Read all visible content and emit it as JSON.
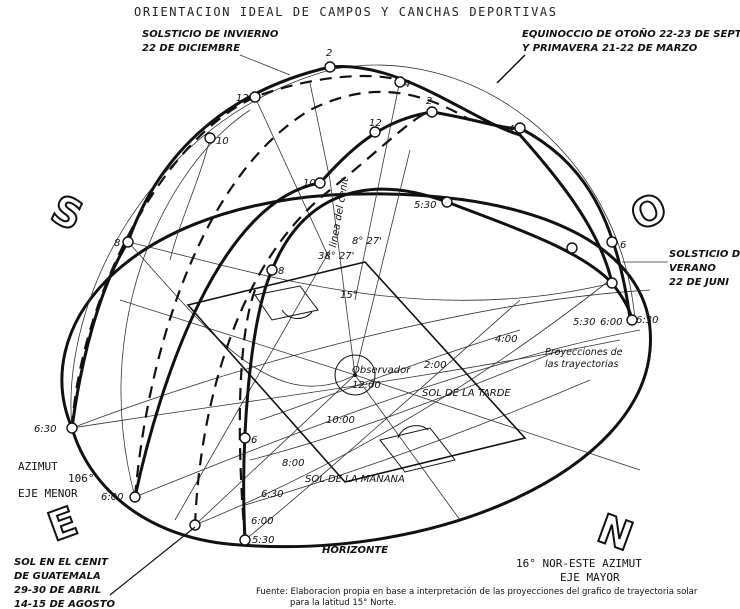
{
  "title": "ORIENTACION IDEAL DE CAMPOS Y CANCHAS DEPORTIVAS",
  "labels": {
    "winter_solstice": [
      "SOLSTICIO DE INVIERNO",
      "22 DE DICIEMBRE"
    ],
    "equinox": [
      "EQUINOCCIO DE OTOÑO  22-23 DE SEPT",
      "Y PRIMAVERA  21-22 DE MARZO"
    ],
    "summer_solstice": [
      "SOLSTICIO D",
      "VERANO",
      "22  DE  JUNI"
    ],
    "zenith_guatemala": [
      "SOL EN EL CENIT",
      "DE GUATEMALA",
      "29-30 DE ABRIL",
      "14-15 DE AGOSTO"
    ],
    "azimut_minor": [
      "AZIMUT",
      "106°",
      "EJE MENOR"
    ],
    "azimut_major": [
      "16°  NOR-ESTE AZIMUT",
      "EJE MAYOR"
    ],
    "horizon": "HORIZONTE",
    "afternoon_sun": "SOL DE LA TARDE",
    "morning_sun": "SOL DE LA MANANA",
    "observer": "Observador",
    "zenith_line": "linea del cenit",
    "projections": [
      "Proyecciones de",
      "las trayectorias"
    ],
    "angle_1": "38° 27'",
    "angle_2": "8° 27'",
    "angle_3": "15°",
    "source": [
      "Fuente: Elaboracion propia en base a interpretación de las proyecciones del grafico de trayectoria solar",
      "para  la latitud 15° Norte."
    ]
  },
  "cardinals": {
    "south": "S",
    "west": "O",
    "east": "E",
    "north": "N"
  },
  "hours": {
    "w2": "2",
    "w4": "4",
    "w12": "12",
    "w10": "10",
    "w8": "8",
    "e2": "2",
    "e4": "4",
    "e12": "12",
    "e10": "10",
    "e530": "5:30",
    "s8": "8",
    "s6": "6",
    "sum6": "6",
    "sum630": "6:30",
    "h630": "6:30",
    "h600": "6:00",
    "p1200": "12:00",
    "p200": "2:00",
    "p400": "4:00",
    "p1000": "10:00",
    "p800": "8:00",
    "p630": "6:30",
    "p600b": "6:00",
    "p530": "5:30",
    "p530r": "5:30",
    "p600r": "6:00"
  }
}
